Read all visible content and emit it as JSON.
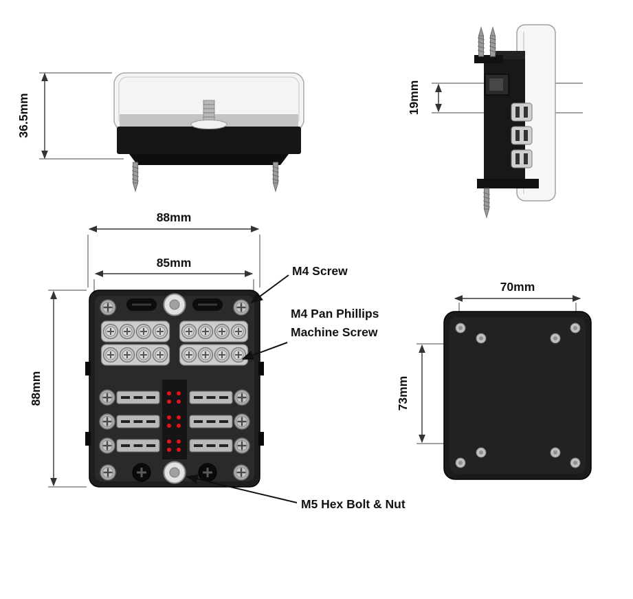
{
  "diagram": {
    "title": "fuse-block-dimension-drawing",
    "side_view": {
      "height_label": "36.5mm"
    },
    "profile_view": {
      "depth_label": "19mm"
    },
    "front_view": {
      "outer_width_label": "88mm",
      "hole_width_label": "85mm",
      "height_label": "88mm"
    },
    "back_view": {
      "hole_width_label": "70mm",
      "hole_height_label": "73mm"
    },
    "callouts": {
      "m4_screw": "M4 Screw",
      "m4_pan_line1": "M4 Pan Phillips",
      "m4_pan_line2": "Machine Screw",
      "m5_hex": "M5 Hex Bolt & Nut"
    },
    "colors": {
      "body_black": "#1b1b1b",
      "cover_gray": "#f4f4f4",
      "metal_gray": "#b9b9b9",
      "led_red": "#e8131a",
      "line_dark": "#333333"
    }
  }
}
